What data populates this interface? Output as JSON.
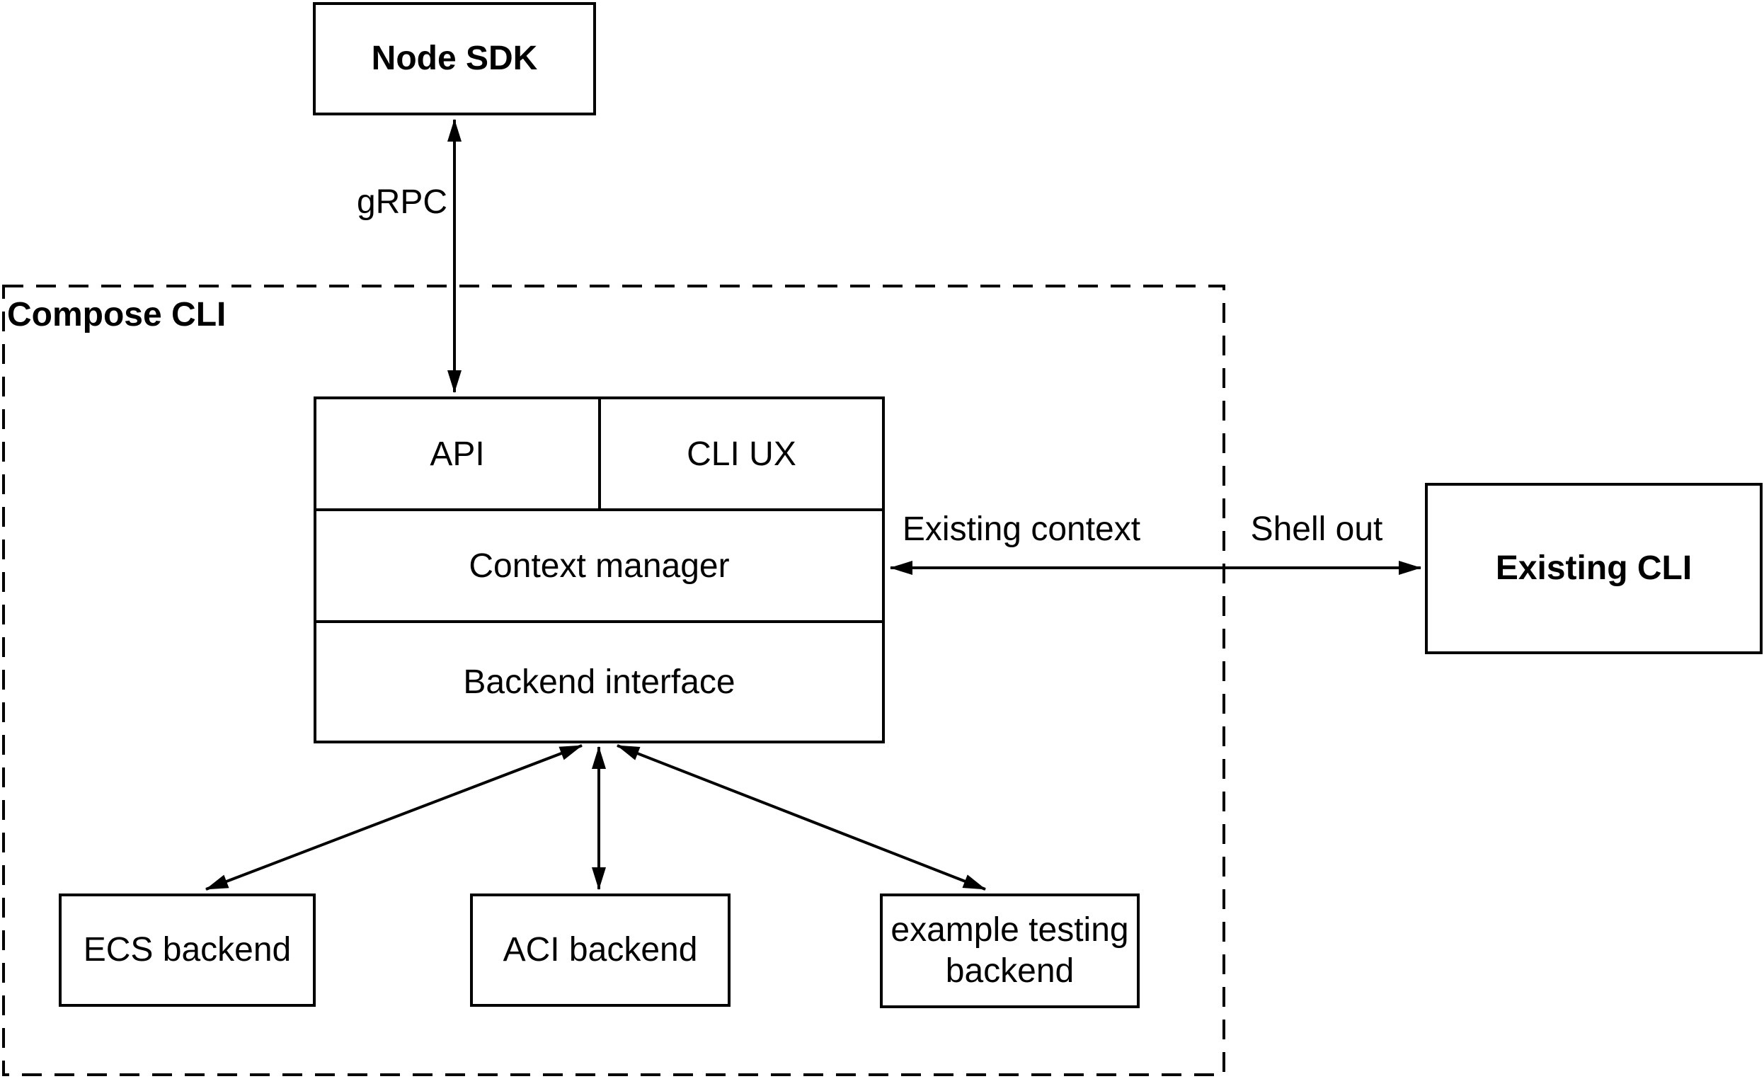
{
  "diagram": {
    "colors": {
      "stroke": "#000000",
      "background": "#ffffff",
      "text": "#000000"
    },
    "nodes": {
      "node_sdk": {
        "label": "Node SDK"
      },
      "compose_cli_group": {
        "label": "Compose CLI"
      },
      "api": {
        "label": "API"
      },
      "cli_ux": {
        "label": "CLI UX"
      },
      "context_manager": {
        "label": "Context manager"
      },
      "backend_interface": {
        "label": "Backend interface"
      },
      "existing_cli": {
        "label": "Existing CLI"
      },
      "ecs_backend": {
        "label": "ECS backend"
      },
      "aci_backend": {
        "label": "ACI backend"
      },
      "example_testing_backend": {
        "label": "example testing backend"
      }
    },
    "edges": {
      "grpc": {
        "label": "gRPC"
      },
      "existing_context": {
        "label": "Existing context"
      },
      "shell_out": {
        "label": "Shell out"
      }
    }
  }
}
